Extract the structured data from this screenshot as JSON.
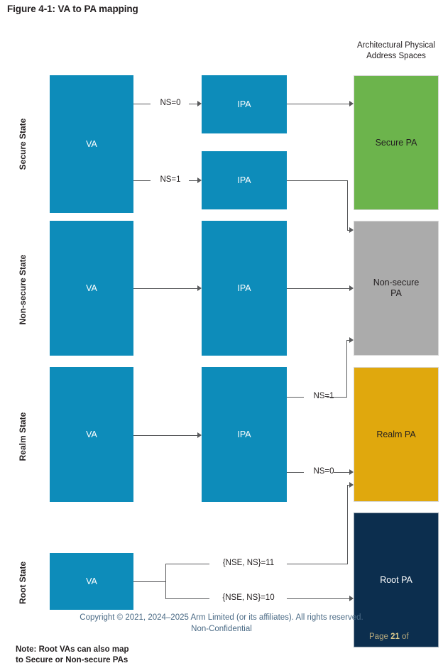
{
  "figure": {
    "title": "Figure 4-1: VA to PA mapping",
    "column_header": "Architectural Physical\nAddress Spaces"
  },
  "colors": {
    "va_ipa": "#0d8cba",
    "secure_pa": "#6cb44c",
    "nonsecure_pa": "#ababab",
    "realm_pa": "#e0a80d",
    "root_pa": "#0c2e4e",
    "connector": "#58595b"
  },
  "states": [
    {
      "label": "Secure State"
    },
    {
      "label": "Non-secure State"
    },
    {
      "label": "Realm State"
    },
    {
      "label": "Root State"
    }
  ],
  "va_boxes": [
    {
      "label": "VA"
    },
    {
      "label": "VA"
    },
    {
      "label": "VA"
    },
    {
      "label": "VA"
    }
  ],
  "ipa_boxes": [
    {
      "label": "IPA"
    },
    {
      "label": "IPA"
    },
    {
      "label": "IPA"
    },
    {
      "label": "IPA"
    }
  ],
  "pa_boxes": [
    {
      "label": "Secure PA"
    },
    {
      "label": "Non-secure\nPA"
    },
    {
      "label": "Realm PA"
    },
    {
      "label": "Root PA"
    }
  ],
  "edge_labels": [
    {
      "text": "NS=0"
    },
    {
      "text": "NS=1"
    },
    {
      "text": "NS=1"
    },
    {
      "text": "NS=0"
    },
    {
      "text": "{NSE, NS}=11"
    },
    {
      "text": "{NSE, NS}=10"
    }
  ],
  "footer": {
    "copyright": "Copyright © 2021, 2024–2025 Arm Limited (or its affiliates). All rights reserved.",
    "confidentiality": "Non-Confidential",
    "page_prefix": "Page ",
    "page_number": "21",
    "page_suffix": " of"
  },
  "note": "Note: Root VAs can also map\nto Secure or Non-secure PAs"
}
